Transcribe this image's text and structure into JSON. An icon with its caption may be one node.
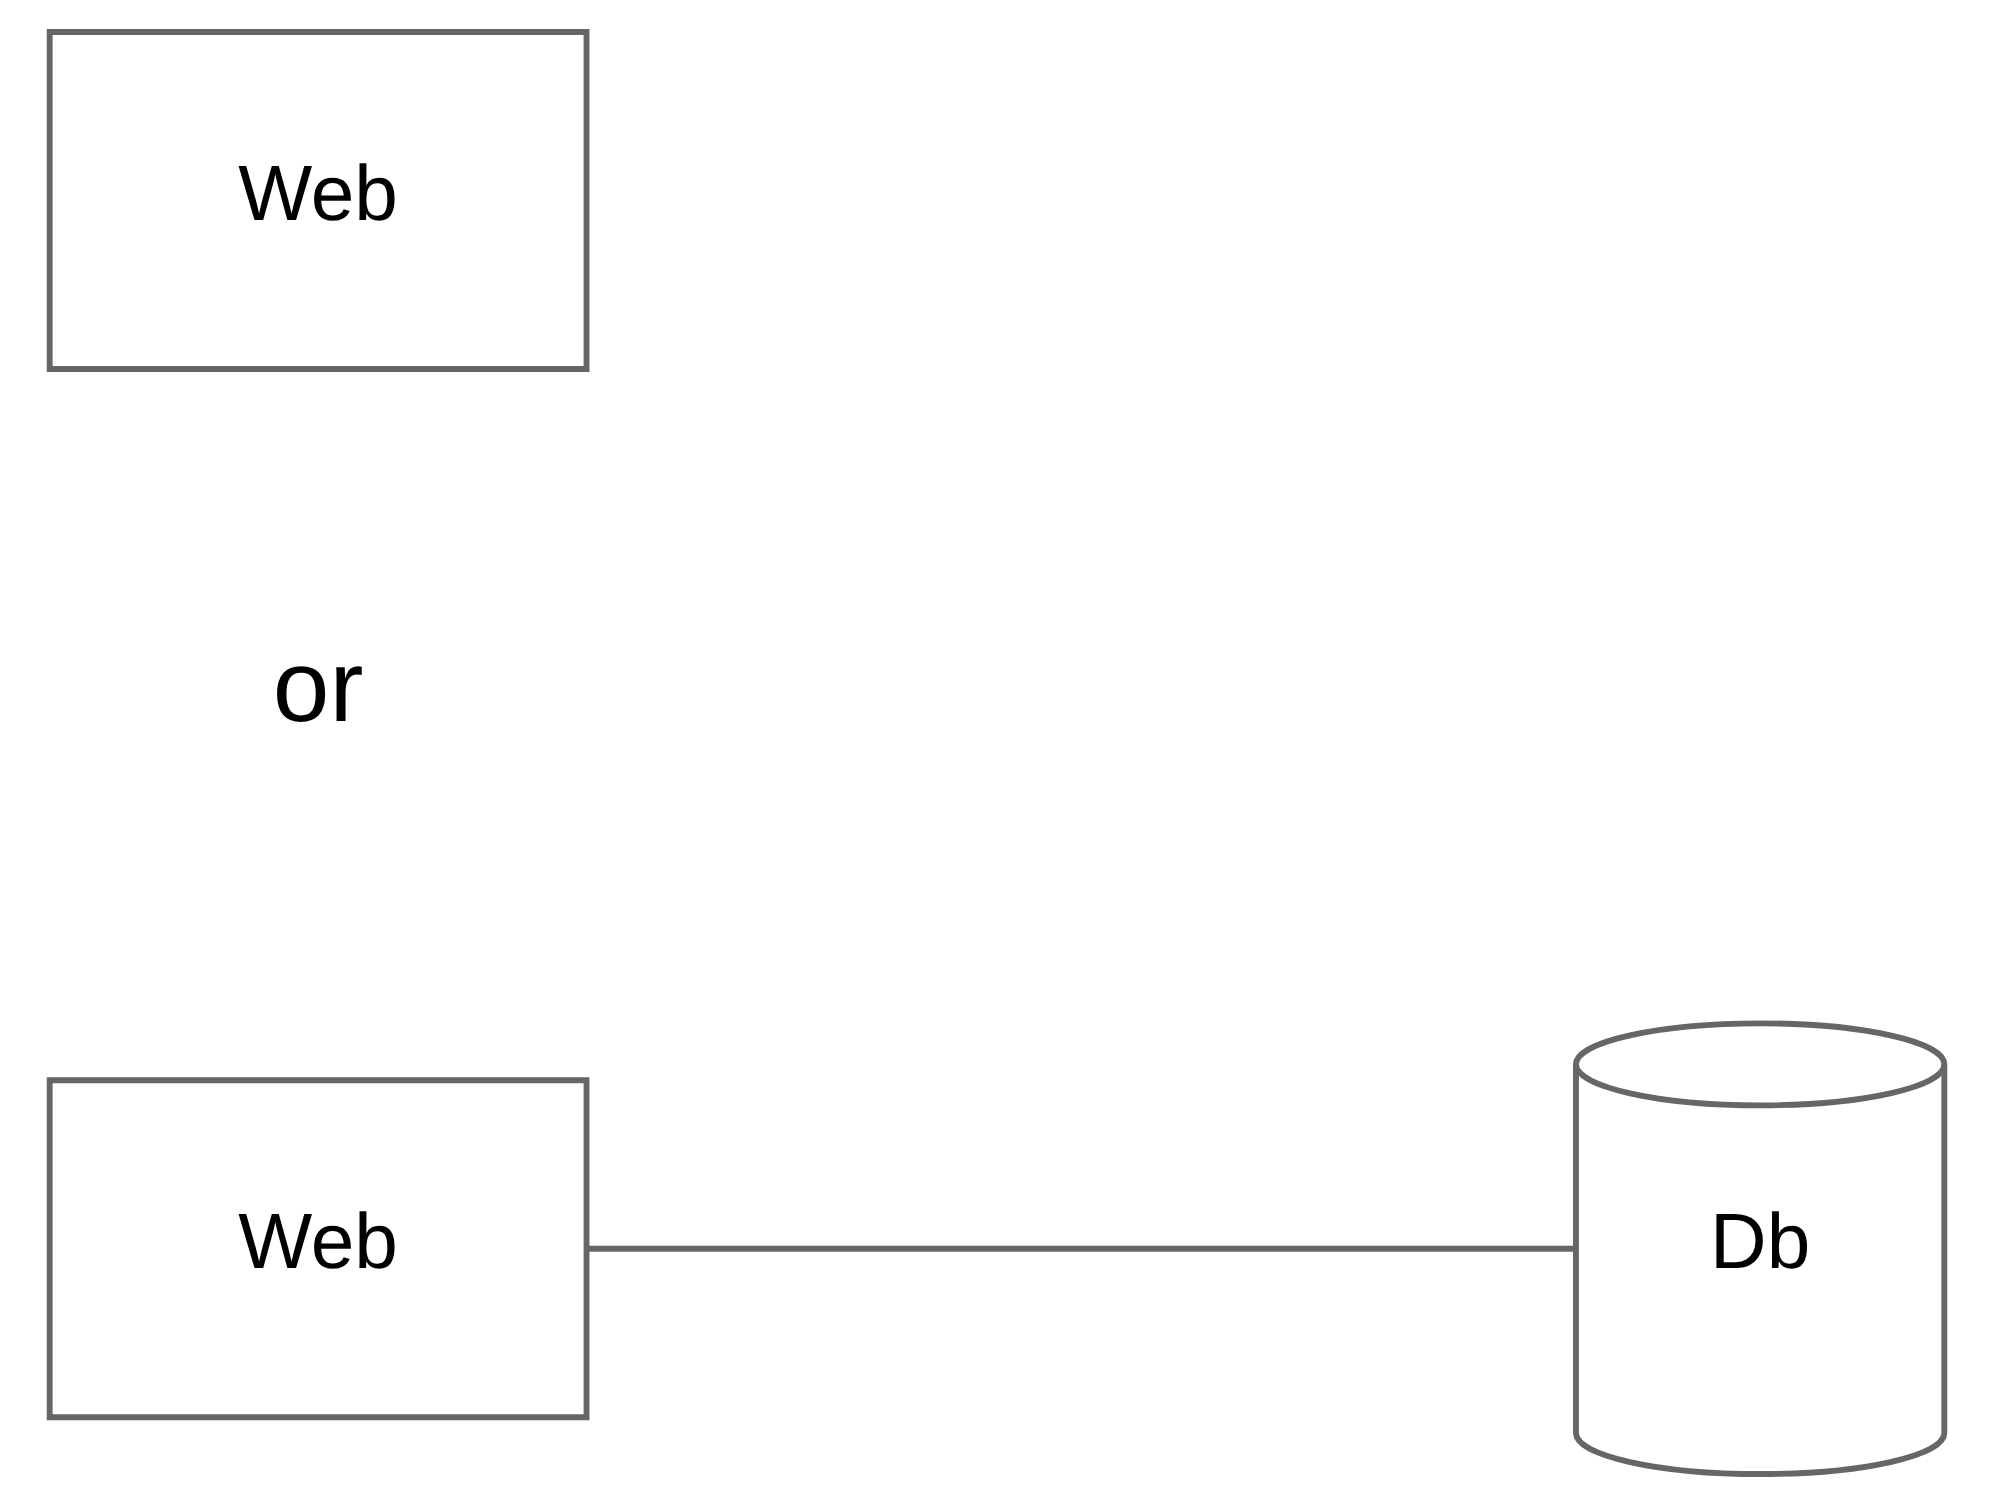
{
  "diagram": {
    "nodes": [
      {
        "text": [
          "Web"
        ]
      },
      {
        "text": [
          "Web"
        ]
      },
      {
        "text": [
          "Db"
        ]
      }
    ],
    "edges": [
      {
        "from": 1,
        "to": 2,
        "arrow": "none"
      }
    ],
    "labels": [
      "or"
    ]
  }
}
